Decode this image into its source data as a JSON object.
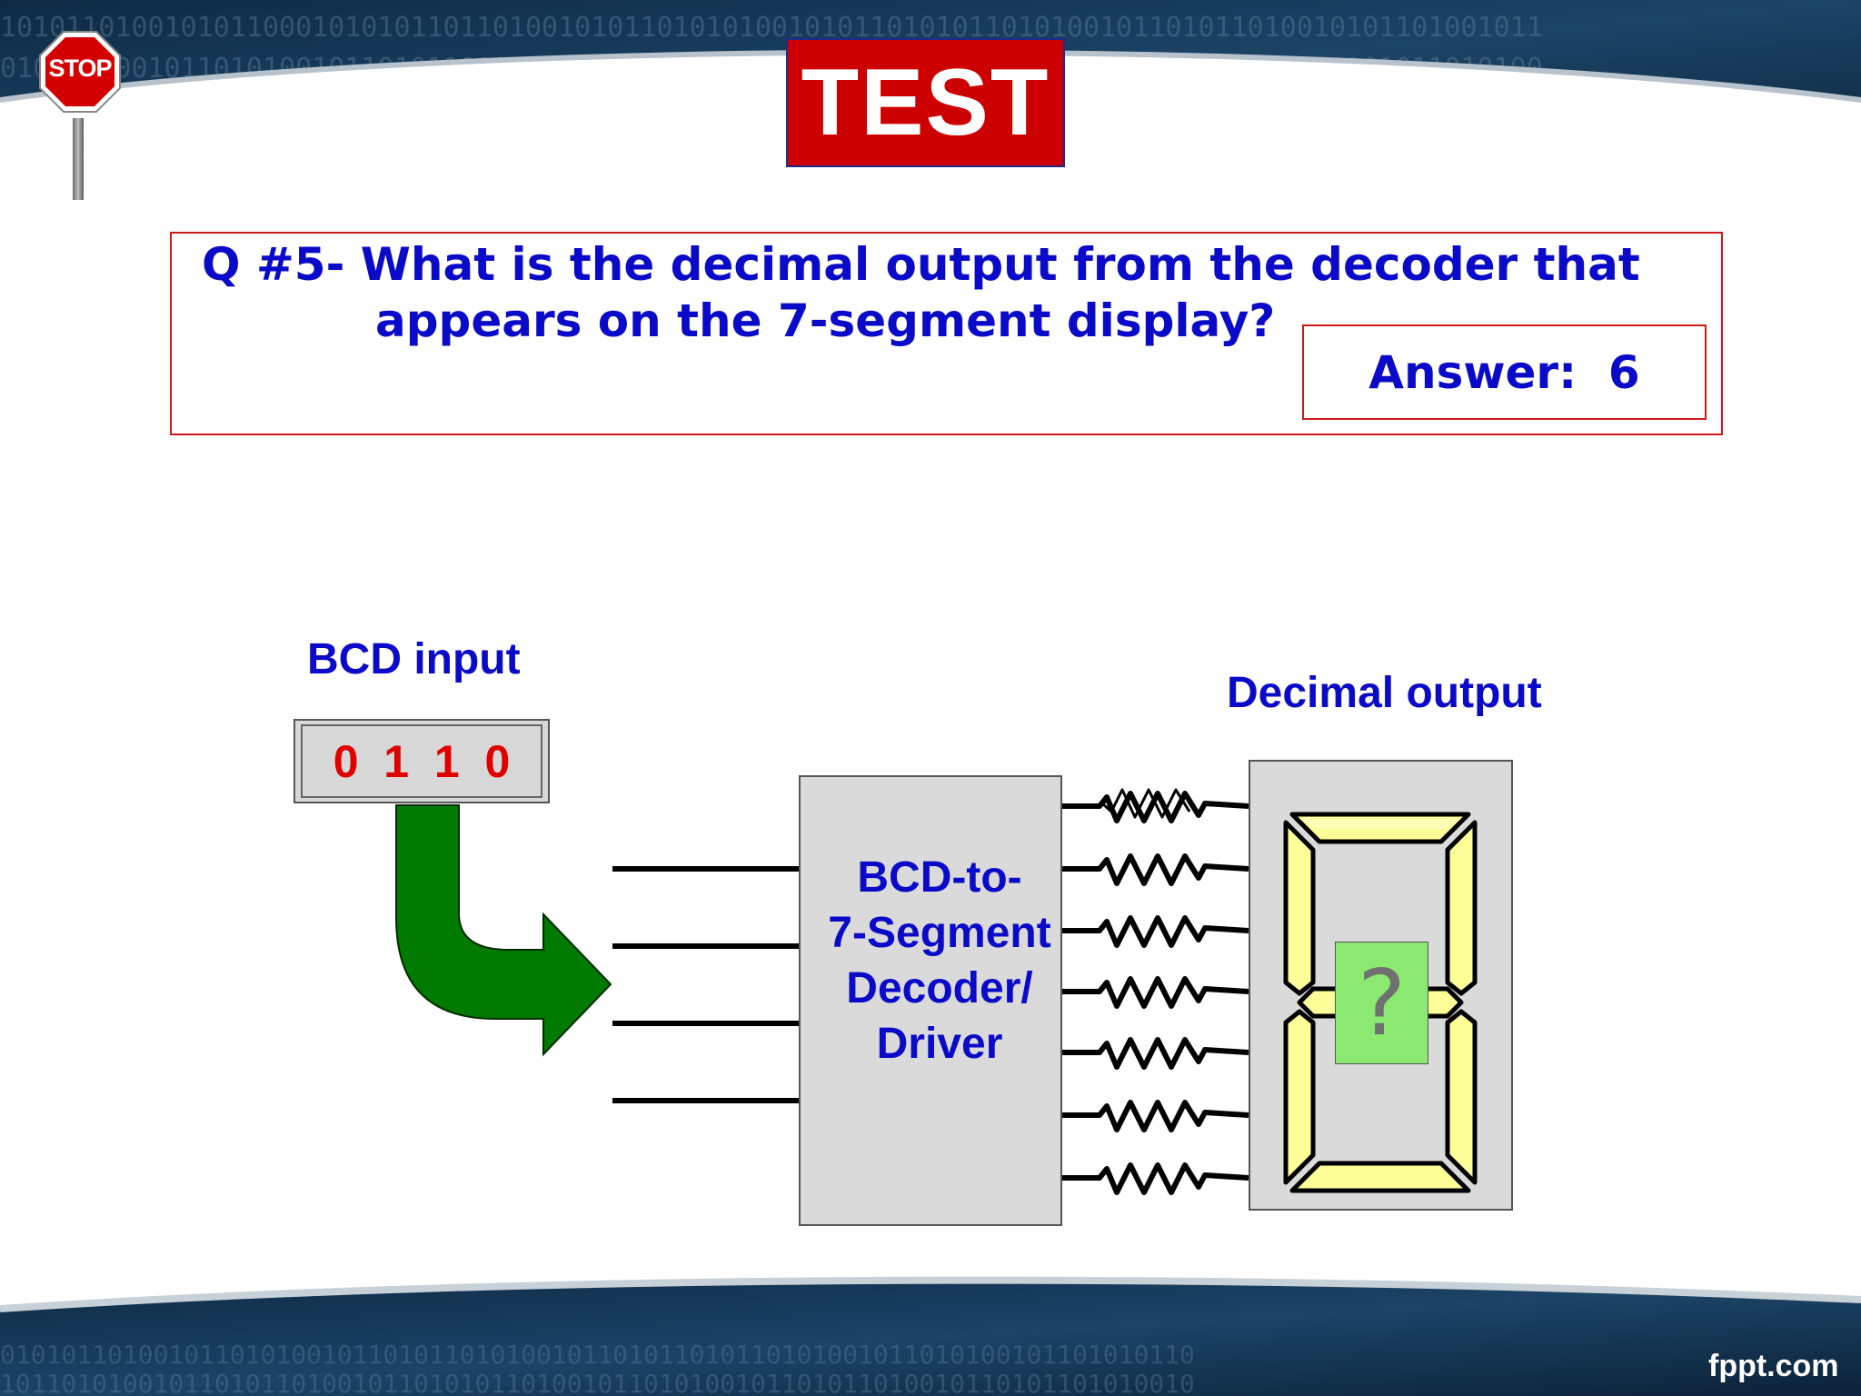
{
  "slide": {
    "title": "TEST",
    "stop_sign_text": "STOP",
    "question": {
      "line1": "Q #5-  What is the decimal output from the decoder that",
      "line2": "appears on the 7-segment display?"
    },
    "answer": "Answer:  6",
    "bcd_label": "BCD input",
    "bcd_value": "0  1  1  0",
    "decoder_lines": [
      "BCD-to-",
      "7-Segment",
      "Decoder/",
      "Driver"
    ],
    "decimal_label": "Decimal output",
    "display_unknown": "?",
    "footer_brand": "fppt.com"
  },
  "colors": {
    "title_bg": "#cc0000",
    "text_blue": "#0a0ac8",
    "bcd_digits": "#e00000",
    "arrow": "#007a00",
    "segment_fill": "#ffff99",
    "qmark_bg": "#8be870"
  }
}
